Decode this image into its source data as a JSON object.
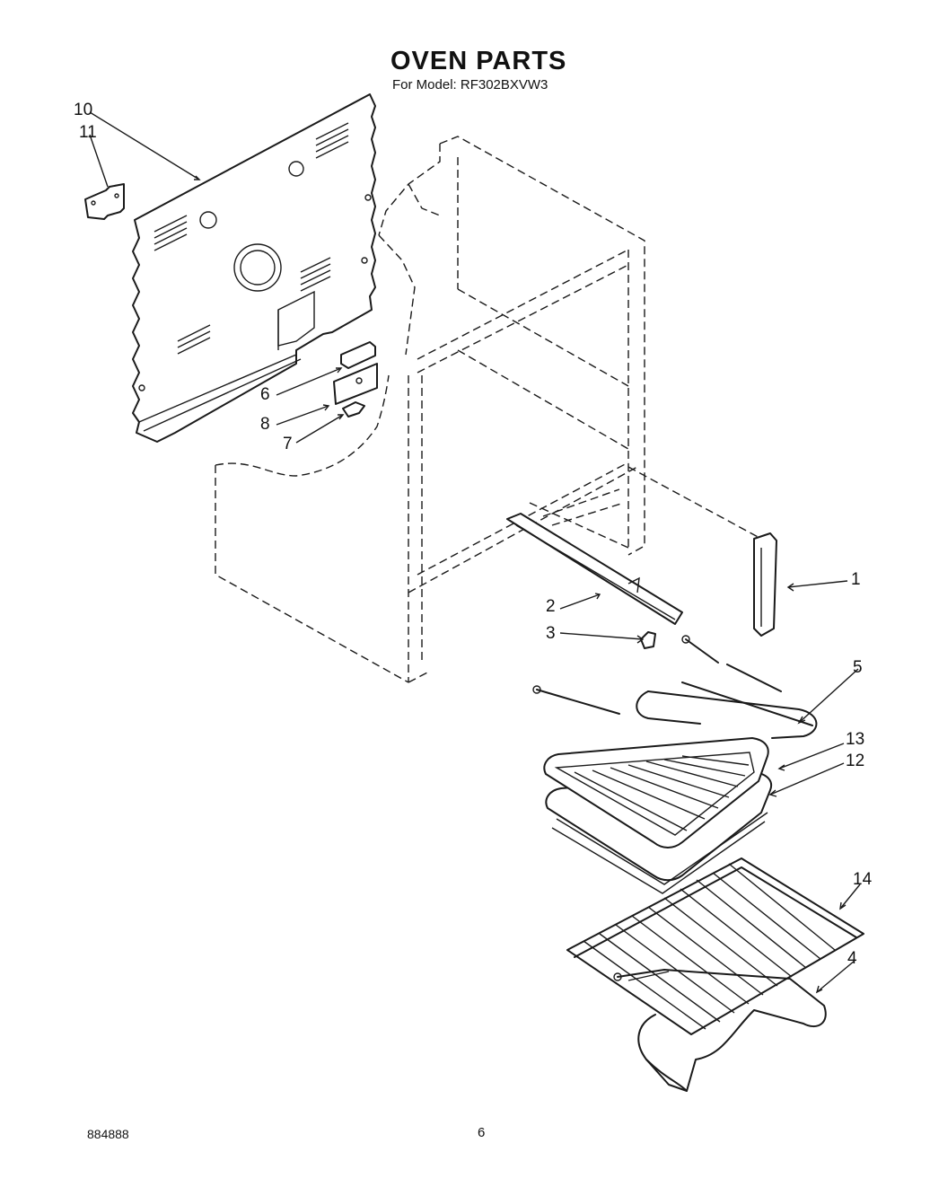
{
  "title": "OVEN PARTS",
  "subtitle": "For Model: RF302BXVW3",
  "footer": {
    "code": "884888",
    "page_number": "6"
  },
  "callouts": [
    "1",
    "2",
    "3",
    "4",
    "5",
    "6",
    "7",
    "8",
    "10",
    "11",
    "12",
    "13",
    "14"
  ]
}
